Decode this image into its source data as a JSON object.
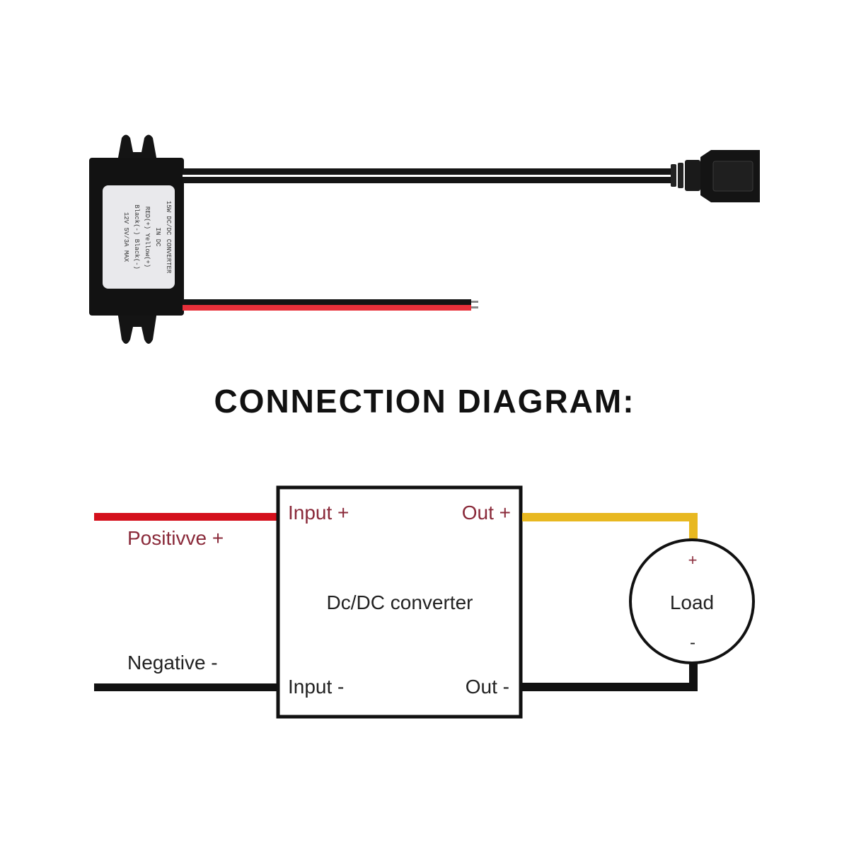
{
  "product": {
    "name": "DC/DC converter module with USB output",
    "label_lines": [
      "15W DC/DC CONVERTER",
      "IN            DC",
      "RED(+)   Yellow(+)",
      "Black(-)   Black(-)",
      "12V     5V/3A MAX"
    ],
    "input_wire_colors": [
      "#e8303a",
      "#111111"
    ],
    "output_connector": "USB-A female",
    "body_color": "#111111",
    "label_color": "#e9e9ec"
  },
  "title": "CONNECTION DIAGRAM:",
  "diagram": {
    "converter_label": "Dc/DC converter",
    "input_plus": "Input +",
    "input_minus": "Input -",
    "out_plus": "Out +",
    "out_minus": "Out -",
    "positive_label": "Positivve +",
    "negative_label": "Negative -",
    "load_label": "Load",
    "load_plus": "+",
    "load_minus": "-",
    "colors": {
      "positive_wire": "#d4101c",
      "negative_wire": "#111111",
      "output_positive_wire": "#e8b820",
      "output_negative_wire": "#111111",
      "plus_text": "#8a2a3a",
      "text": "#222222"
    }
  }
}
